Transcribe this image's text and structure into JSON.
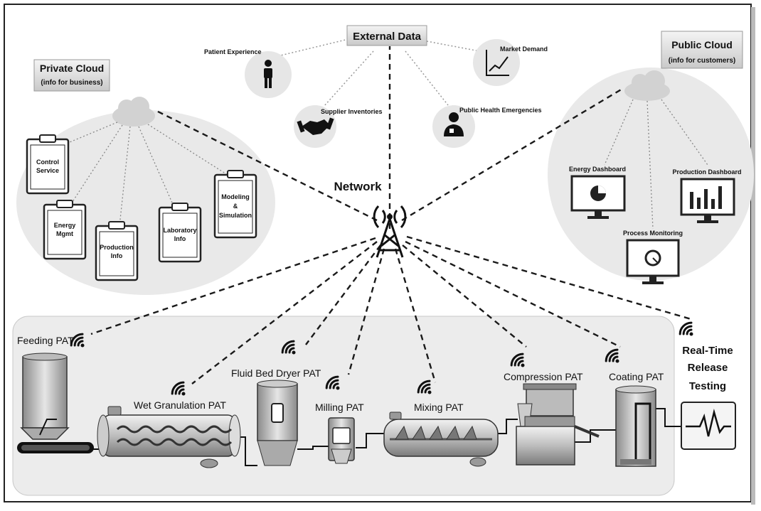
{
  "external_data": {
    "title": "External Data",
    "items": {
      "patient_experience": "Patient Experience",
      "market_demand": "Market Demand",
      "supplier_inventories": "Supplier Inventories",
      "public_health": "Public Health Emergencies"
    }
  },
  "private_cloud": {
    "title": "Private Cloud",
    "subtitle": "(info for business)",
    "clipboards": {
      "control_service": [
        "Control",
        "Service"
      ],
      "energy_mgmt": [
        "Energy",
        "Mgmt"
      ],
      "production_info": [
        "Production",
        "Info"
      ],
      "laboratory_info": [
        "Laboratory",
        "Info"
      ],
      "modeling": [
        "Modeling",
        "&",
        "Simulation"
      ]
    }
  },
  "public_cloud": {
    "title": "Public Cloud",
    "subtitle": "(info for customers)",
    "monitors": {
      "energy_dashboard": "Energy Dashboard",
      "production_dashboard": "Production Dashboard",
      "process_monitoring": "Process Monitoring"
    }
  },
  "network": {
    "label": "Network"
  },
  "process": {
    "feeding": "Feeding PAT",
    "wet_granulation": "Wet Granulation PAT",
    "fluid_bed": "Fluid Bed Dryer PAT",
    "milling": "Milling PAT",
    "mixing": "Mixing PAT",
    "compression": "Compression PAT",
    "coating": "Coating PAT",
    "rtrt": [
      "Real-Time",
      "Release",
      "Testing"
    ]
  },
  "colors": {
    "line": "#1a1a1a",
    "panel": "#ececec",
    "cloud": "#dcdcdc",
    "ellipse": "#e9e9e9"
  }
}
